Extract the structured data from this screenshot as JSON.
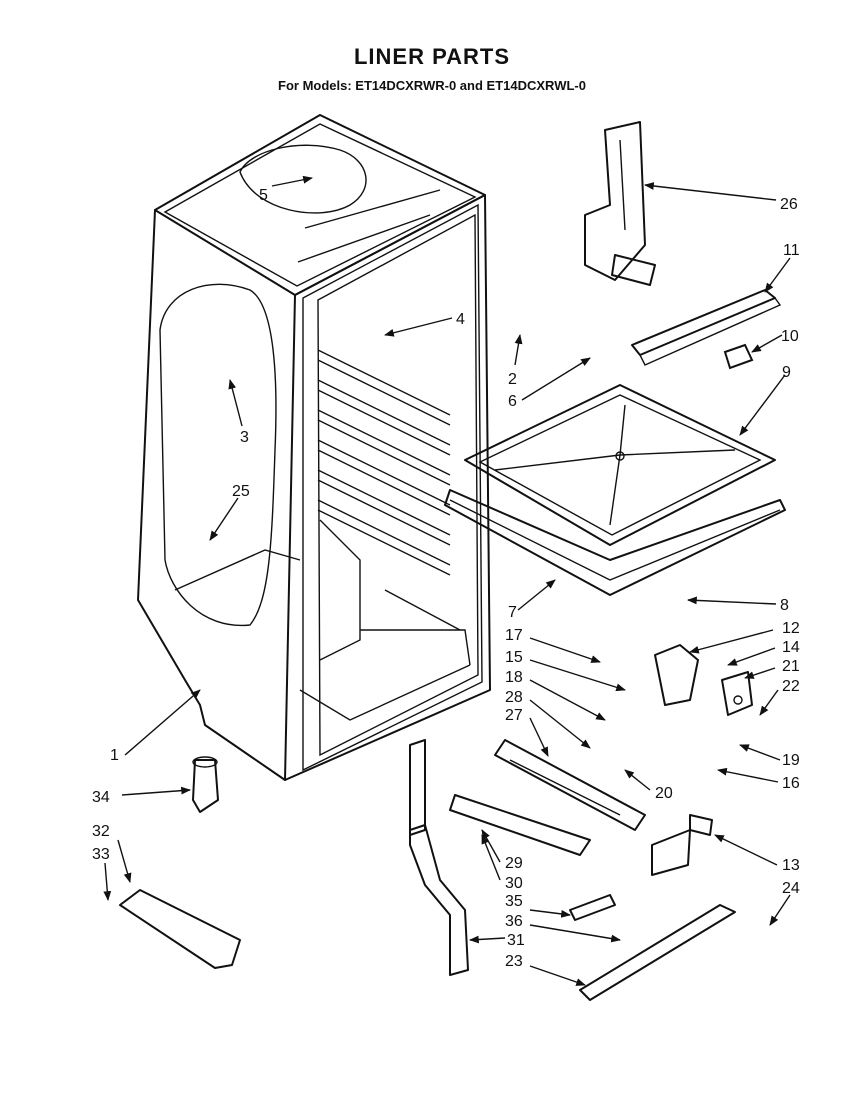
{
  "header": {
    "title": "LINER PARTS",
    "subtitle": "For Models:  ET14DCXRWR-0 and ET14DCXRWL-0"
  },
  "parts": [
    {
      "num": "1"
    },
    {
      "num": "2"
    },
    {
      "num": "3"
    },
    {
      "num": "4"
    },
    {
      "num": "5"
    },
    {
      "num": "6"
    },
    {
      "num": "7"
    },
    {
      "num": "8"
    },
    {
      "num": "9"
    },
    {
      "num": "10"
    },
    {
      "num": "11"
    },
    {
      "num": "12"
    },
    {
      "num": "13"
    },
    {
      "num": "14"
    },
    {
      "num": "15"
    },
    {
      "num": "16"
    },
    {
      "num": "17"
    },
    {
      "num": "18"
    },
    {
      "num": "19"
    },
    {
      "num": "20"
    },
    {
      "num": "21"
    },
    {
      "num": "22"
    },
    {
      "num": "23"
    },
    {
      "num": "24"
    },
    {
      "num": "25"
    },
    {
      "num": "26"
    },
    {
      "num": "27"
    },
    {
      "num": "28"
    },
    {
      "num": "29"
    },
    {
      "num": "30"
    },
    {
      "num": "31"
    },
    {
      "num": "32"
    },
    {
      "num": "33"
    },
    {
      "num": "34"
    },
    {
      "num": "35"
    },
    {
      "num": "36"
    }
  ]
}
